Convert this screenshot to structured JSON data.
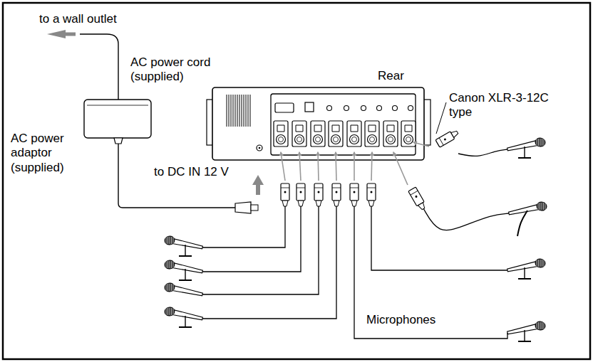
{
  "diagram": {
    "labels": [
      "to a wall outlet",
      "AC power cord (supplied)",
      "AC power adaptor (supplied)",
      "Rear",
      "to DC IN 12 V",
      "Canon XLR-3-12C type",
      "Microphones"
    ]
  }
}
